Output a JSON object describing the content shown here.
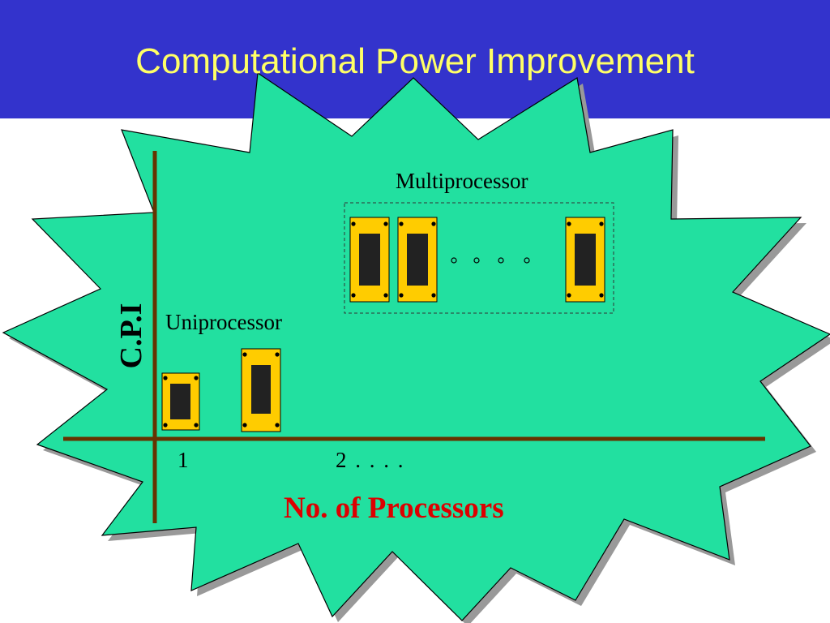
{
  "slide": {
    "title": "Computational Power Improvement"
  },
  "diagram": {
    "multiprocessor_label": "Multiprocessor",
    "uniprocessor_label": "Uniprocessor",
    "y_axis_label": "C.P.I",
    "x_axis_label": "No. of Processors",
    "x_tick_1": "1",
    "x_tick_2": "2 .   .   .   ."
  },
  "colors": {
    "header": "#3333cc",
    "title_text": "#ffff66",
    "starburst_fill": "#22e0a0",
    "starburst_shadow": "#999999",
    "axis": "#663300",
    "chip_body": "#ffcc00",
    "chip_die": "#222222",
    "x_axis_label": "#dd0000"
  }
}
